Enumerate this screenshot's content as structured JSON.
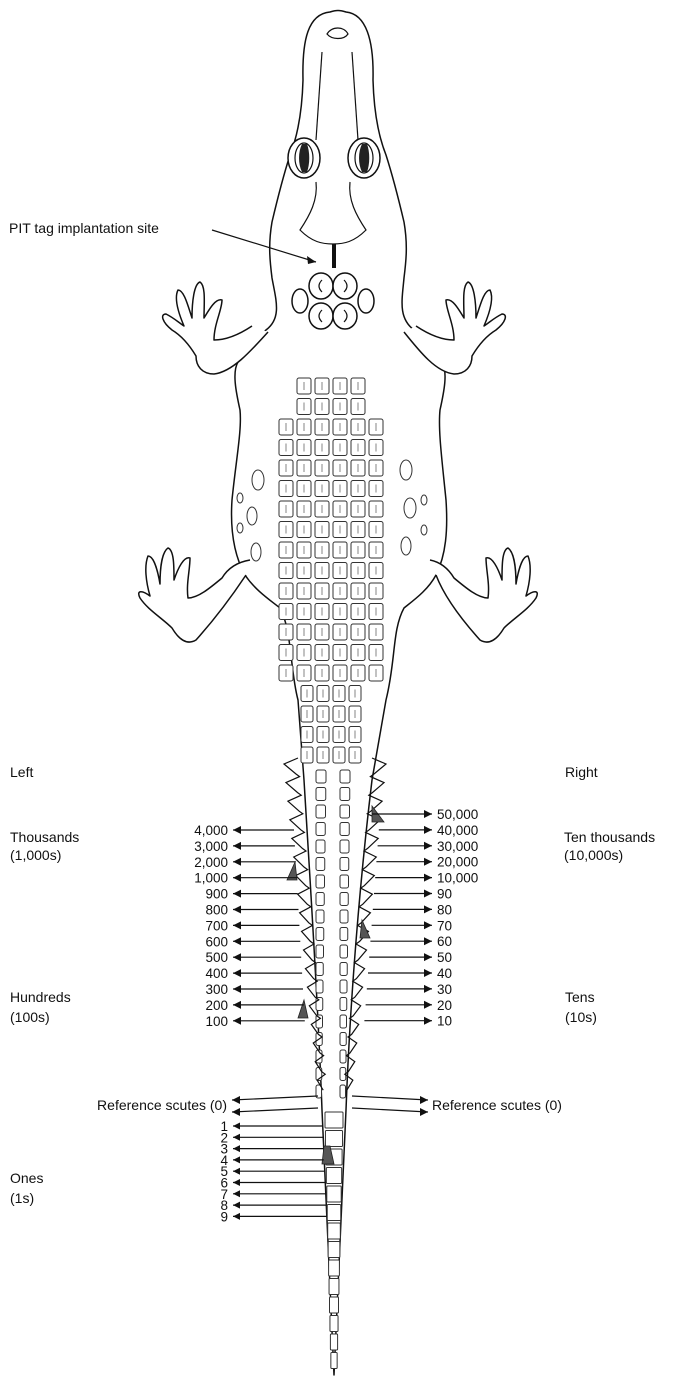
{
  "callout": {
    "pit_tag": "PIT tag implantation site"
  },
  "sides": {
    "left": "Left",
    "right": "Right"
  },
  "groups": {
    "thousands": {
      "name": "Thousands",
      "unit": "(1,000s)"
    },
    "hundreds": {
      "name": "Hundreds",
      "unit": "(100s)"
    },
    "ones": {
      "name": "Ones",
      "unit": "(1s)"
    },
    "ten_thousands": {
      "name": "Ten thousands",
      "unit": "(10,000s)"
    },
    "tens": {
      "name": "Tens",
      "unit": "(10s)"
    }
  },
  "left_values": [
    "4,000",
    "3,000",
    "2,000",
    "1,000",
    "900",
    "800",
    "700",
    "600",
    "500",
    "400",
    "300",
    "200",
    "100"
  ],
  "right_values": [
    "50,000",
    "40,000",
    "30,000",
    "20,000",
    "10,000",
    "90",
    "80",
    "70",
    "60",
    "50",
    "40",
    "30",
    "20",
    "10"
  ],
  "reference": {
    "left": "Reference scutes (0)",
    "right": "Reference scutes (0)"
  },
  "ones_values": [
    "1",
    "2",
    "3",
    "4",
    "5",
    "6",
    "7",
    "8",
    "9"
  ]
}
